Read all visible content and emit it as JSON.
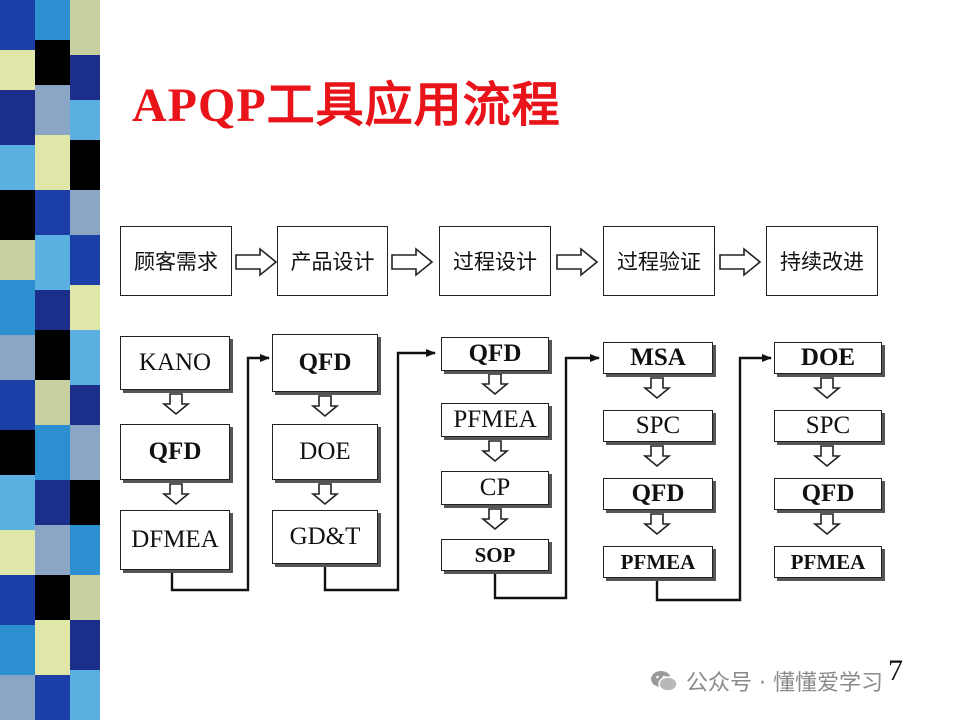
{
  "slide": {
    "title": "APQP工具应用流程",
    "page_number": "7",
    "watermark": "公众号 · 懂懂爱学习",
    "title_color": "#e8141a"
  },
  "stages": [
    {
      "label": "顾客需求"
    },
    {
      "label": "产品设计"
    },
    {
      "label": "过程设计"
    },
    {
      "label": "过程验证"
    },
    {
      "label": "持续改进"
    }
  ],
  "tool_columns": [
    {
      "tools": [
        "KANO",
        "QFD",
        "DFMEA"
      ]
    },
    {
      "tools": [
        "QFD",
        "DOE",
        "GD&T"
      ]
    },
    {
      "tools": [
        "QFD",
        "PFMEA",
        "CP",
        "SOP"
      ]
    },
    {
      "tools": [
        "MSA",
        "SPC",
        "QFD",
        "PFMEA"
      ]
    },
    {
      "tools": [
        "DOE",
        "SPC",
        "QFD",
        "PFMEA"
      ]
    }
  ],
  "decor": {
    "stripe_colors": [
      "#1b3fa6",
      "#2b8fd0",
      "#000000",
      "#dfe6a8",
      "#8aa6c4",
      "#1a2e8a",
      "#5ab0e0",
      "#c8d0a0"
    ]
  }
}
